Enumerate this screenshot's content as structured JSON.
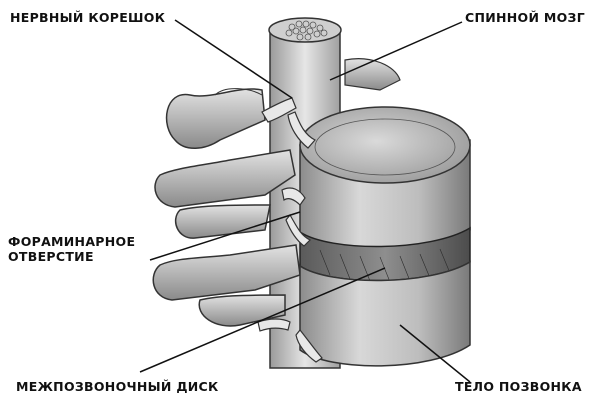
{
  "labels": {
    "nerve_root": "НЕРВНЫЙ КОРЕШОК",
    "spinal_cord": "СПИННОЙ МОЗГ",
    "foramen_line1": "ФОРАМИНАРНОЕ",
    "foramen_line2": "ОТВЕРСТИЕ",
    "disc": "МЕЖПОЗВОНОЧНЫЙ ДИСК",
    "vertebral_body": "ТЕЛО ПОЗВОНКА"
  }
}
